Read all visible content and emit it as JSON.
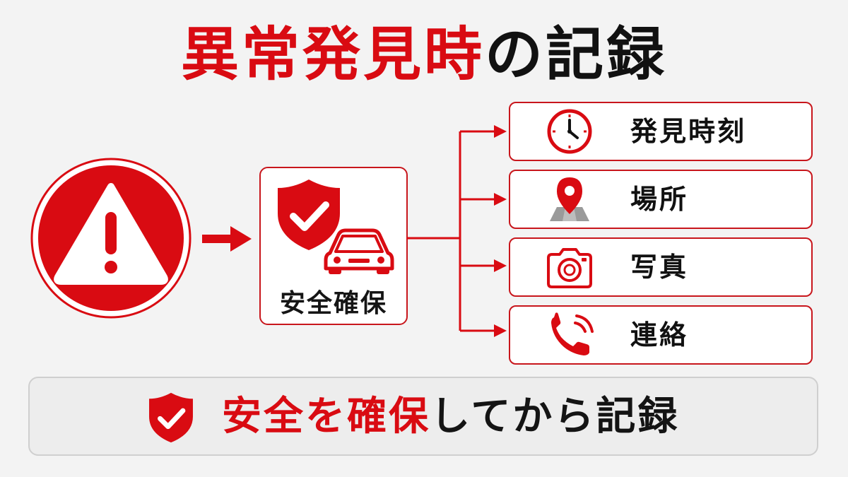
{
  "title": {
    "part1": "異常発見時",
    "part2": "の記録"
  },
  "center": {
    "label": "安全確保"
  },
  "items": [
    {
      "icon": "clock-icon",
      "label": "発見時刻"
    },
    {
      "icon": "location-pin-icon",
      "label": "場所"
    },
    {
      "icon": "camera-icon",
      "label": "写真"
    },
    {
      "icon": "phone-icon",
      "label": "連絡"
    }
  ],
  "footer": {
    "part1": "安全を確保",
    "part2": "してから記録"
  },
  "colors": {
    "accent": "#d90b12",
    "text": "#111111",
    "background": "#f3f3f3",
    "map": "#9a9a9a"
  }
}
